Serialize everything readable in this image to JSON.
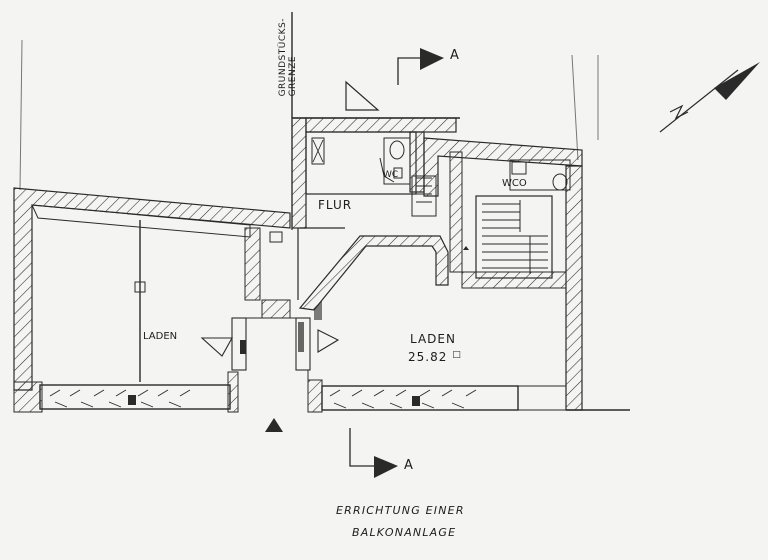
{
  "labels": {
    "boundary_line1": "GRUNDSTÜCKS-",
    "boundary_line2": "GRENZE",
    "flur": "FLUR",
    "laden_left": "LADEN",
    "laden_right": "LADEN",
    "area": "25.82",
    "area_unit": "□",
    "wc_upper": "WC",
    "wc_right": "WCO",
    "section_top": "A",
    "section_bottom": "A",
    "caption_line1": "ERRICHTUNG EINER",
    "caption_line2": "BALKONANLAGE"
  },
  "colors": {
    "ink": "#2a2a2a",
    "paper": "#f4f4f2"
  },
  "icons": [
    "north-arrow-icon",
    "section-arrow-icon",
    "entrance-triangle-icon"
  ]
}
